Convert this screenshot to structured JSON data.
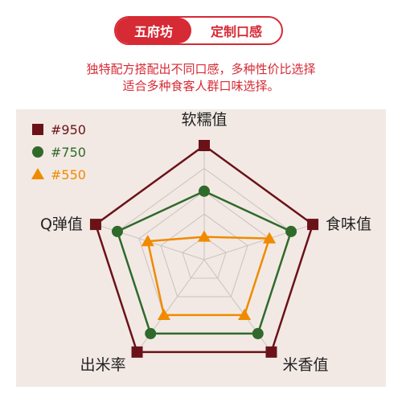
{
  "header": {
    "brand": "五府坊",
    "tag": "定制口感"
  },
  "description": {
    "line1": "独特配方搭配出不同口感，多种性价比选择",
    "line2": "适合多种食客人群口味选择。"
  },
  "chart_data": {
    "type": "radar",
    "axes": [
      "软糯值",
      "食味值",
      "米香值",
      "出米率",
      "Q弹值"
    ],
    "range": [
      0,
      5
    ],
    "series": [
      {
        "name": "#950",
        "marker": "square",
        "color": "#6b1218",
        "values": [
          5,
          5,
          5,
          5,
          5
        ]
      },
      {
        "name": "#750",
        "marker": "circle",
        "color": "#2f6a2b",
        "values": [
          3,
          4,
          4,
          4,
          4
        ]
      },
      {
        "name": "#550",
        "marker": "triangle",
        "color": "#f08a00",
        "values": [
          1,
          3,
          3,
          3,
          2.6
        ]
      }
    ],
    "grid_levels": 5
  }
}
